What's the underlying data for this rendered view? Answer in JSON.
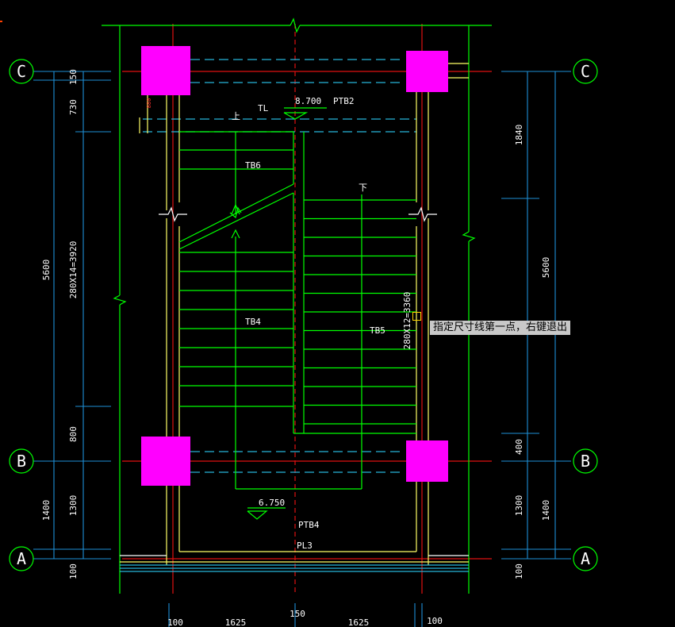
{
  "colors": {
    "background": "#000000",
    "wall": "#00ff00",
    "dim": "#1e8fd6",
    "axis": "#e01010",
    "column": "#ff00ff",
    "slab": "#ffff66",
    "beam_dash": "#27b5d9",
    "text": "#ffffff",
    "tooltip_bg": "#c8c8c8"
  },
  "grid_labels": {
    "left_C": "C",
    "left_B": "B",
    "left_A": "A",
    "right_C": "C",
    "right_B": "B",
    "right_A": "A"
  },
  "left_dims_outer": {
    "d150": "150",
    "d5600": "5600",
    "d1400": "1400",
    "d100": "100"
  },
  "left_dims_inner": {
    "d730": "730",
    "d280x14": "280X14=3920",
    "d800": "800",
    "d1300": "1300"
  },
  "right_dims_inner": {
    "d1840": "1840",
    "d400": "400",
    "d1300": "1300"
  },
  "right_dims_outer": {
    "d5600": "5600",
    "d1400": "1400",
    "d100": "100"
  },
  "bottom_dims": {
    "d100_left": "100",
    "d1625_left": "1625",
    "d150": "150",
    "d1625_right": "1625",
    "d100_right": "100"
  },
  "annotations": {
    "tl": "TL",
    "elev_top": "8.700",
    "ptb2": "PTB2",
    "up": "上",
    "tb6": "TB6",
    "down": "下",
    "tb4": "TB4",
    "tb5": "TB5",
    "tb5_dim": "280X12=3360",
    "elev_bottom": "6.750",
    "ptb4": "PTB4",
    "pl3": "PL3",
    "small_880": "880"
  },
  "status": {
    "prompt": "指定尺寸线第一点，右键退出"
  }
}
